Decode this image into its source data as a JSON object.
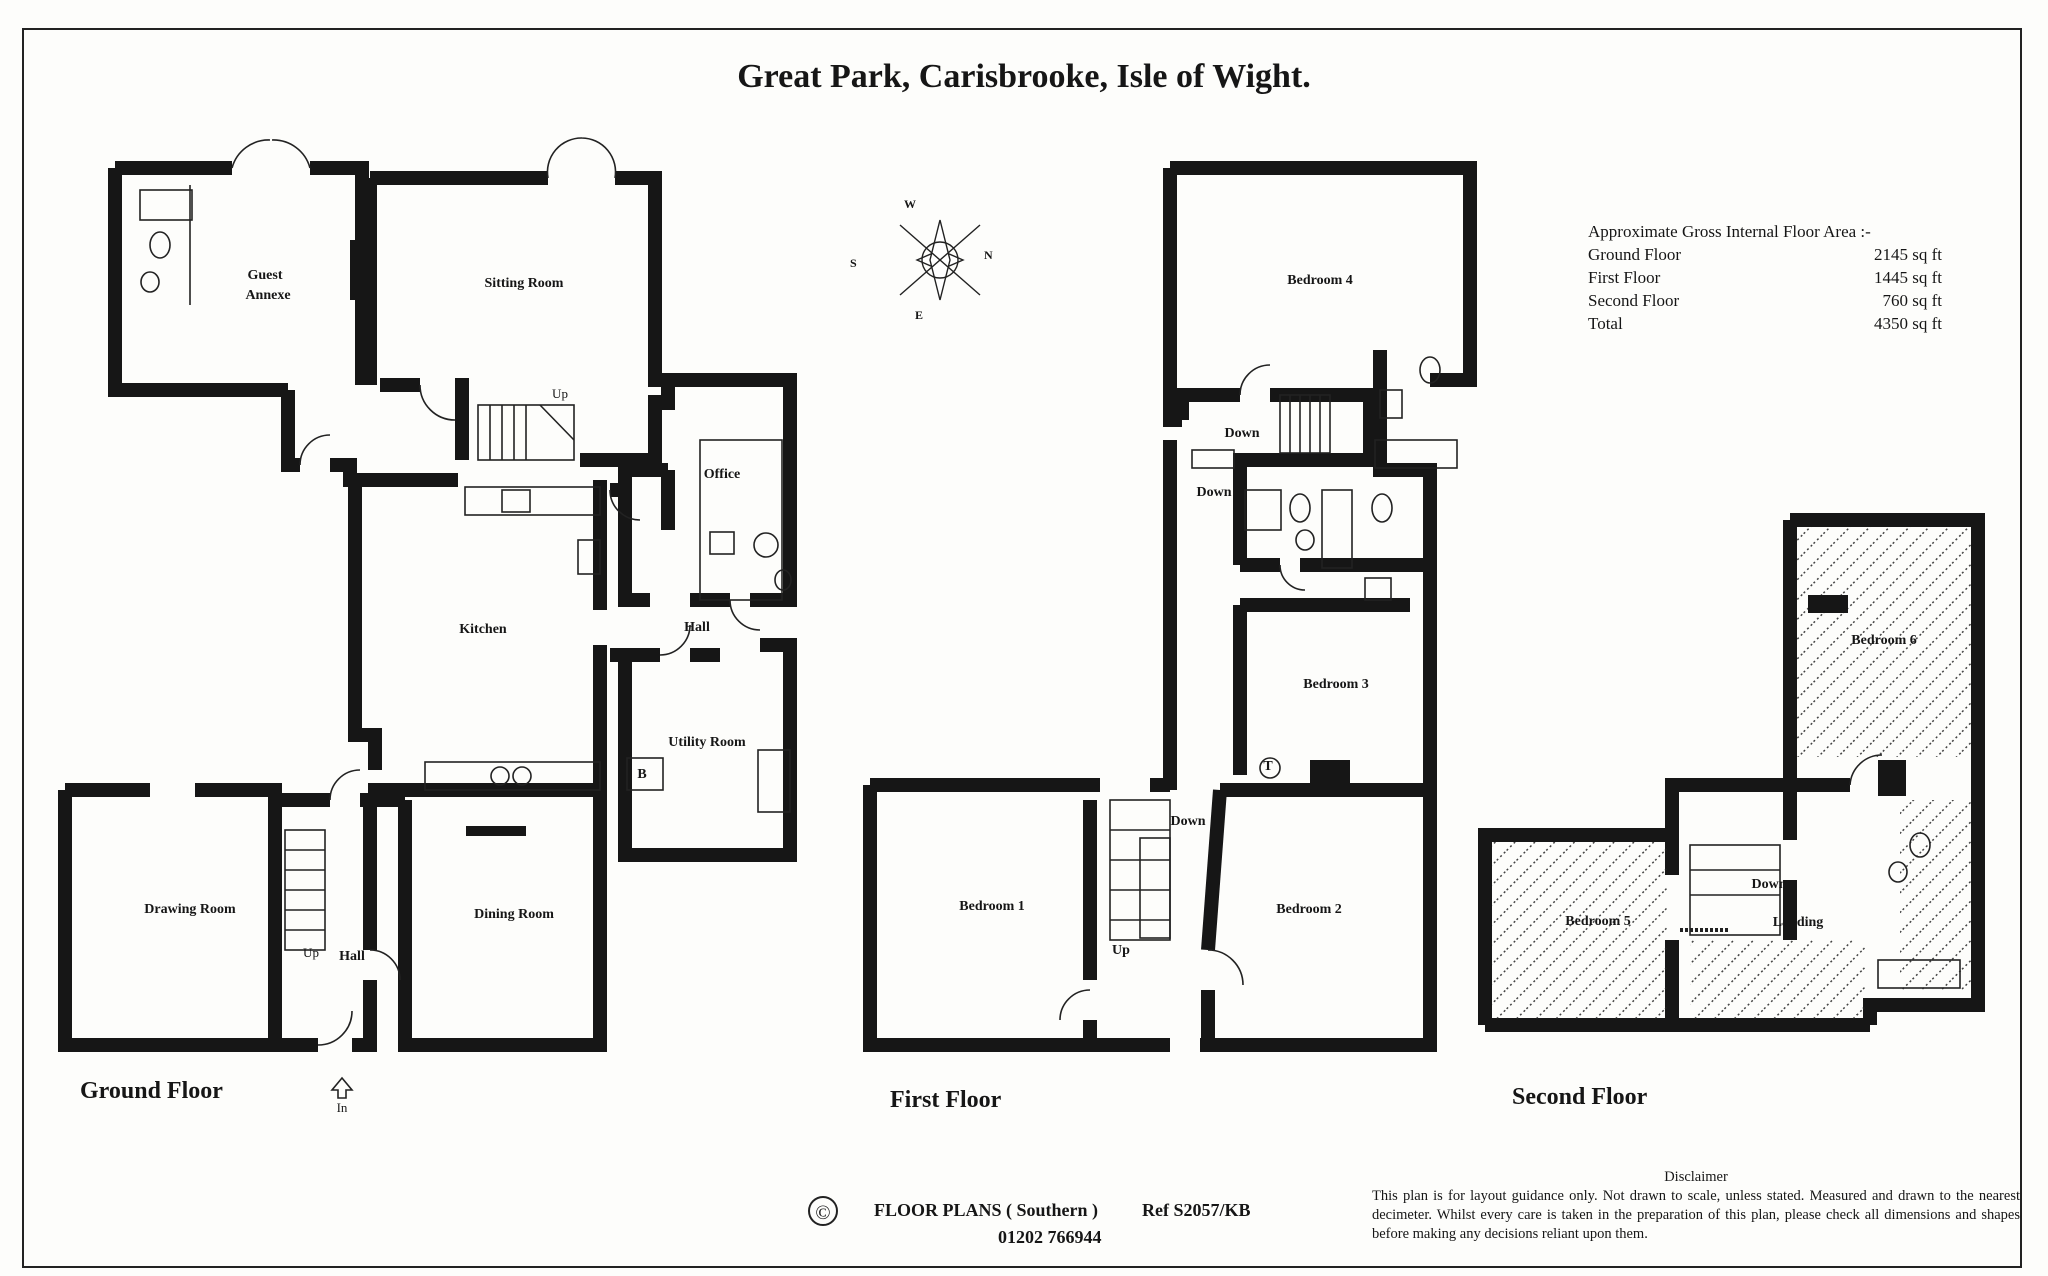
{
  "title": "Great Park, Carisbrooke, Isle of Wight.",
  "floors": {
    "ground": "Ground Floor",
    "first": "First Floor",
    "second": "Second Floor"
  },
  "rooms": {
    "guest_annexe_1": "Guest",
    "guest_annexe_2": "Annexe",
    "sitting_room": "Sitting Room",
    "office": "Office",
    "kitchen": "Kitchen",
    "hall_rear": "Hall",
    "utility_room": "Utility Room",
    "boiler": "B",
    "drawing_room": "Drawing Room",
    "dining_room": "Dining Room",
    "hall_front": "Hall",
    "bedroom_4": "Bedroom 4",
    "bedroom_3": "Bedroom 3",
    "bedroom_1": "Bedroom 1",
    "bedroom_2": "Bedroom 2",
    "bedroom_5": "Bedroom 5",
    "bedroom_6": "Bedroom 6",
    "landing": "Landing",
    "tank": "T"
  },
  "stairs": {
    "ground_up_sitting": "Up",
    "ground_up_hall": "Up",
    "first_down_upper": "Down",
    "first_down_lower": "Down",
    "first_down_front": "Down",
    "first_up_front": "Up",
    "second_down": "Down"
  },
  "entrance": "In",
  "compass": {
    "w": "W",
    "n": "N",
    "s": "S",
    "e": "E"
  },
  "area": {
    "heading": "Approximate Gross Internal Floor Area  :-",
    "rows": [
      {
        "label": "Ground Floor",
        "value": "2145 sq ft"
      },
      {
        "label": "First Floor",
        "value": "1445 sq ft"
      },
      {
        "label": "Second Floor",
        "value": "760 sq ft"
      },
      {
        "label": "Total",
        "value": "4350 sq ft"
      }
    ]
  },
  "footer": {
    "copyright": "©",
    "company": "FLOOR PLANS  ( Southern )",
    "ref": "Ref  S2057/KB",
    "phone": "01202 766944"
  },
  "disclaimer": {
    "title": "Disclaimer",
    "text": "This plan is for layout guidance only. Not drawn to scale, unless stated. Measured and drawn to the nearest decimeter. Whilst every care is taken in the preparation of this plan, please check all dimensions and shapes before making any decisions reliant upon them."
  },
  "colors": {
    "wall": "#161616",
    "paper": "#fdfdfb",
    "hatch": "#222222"
  }
}
